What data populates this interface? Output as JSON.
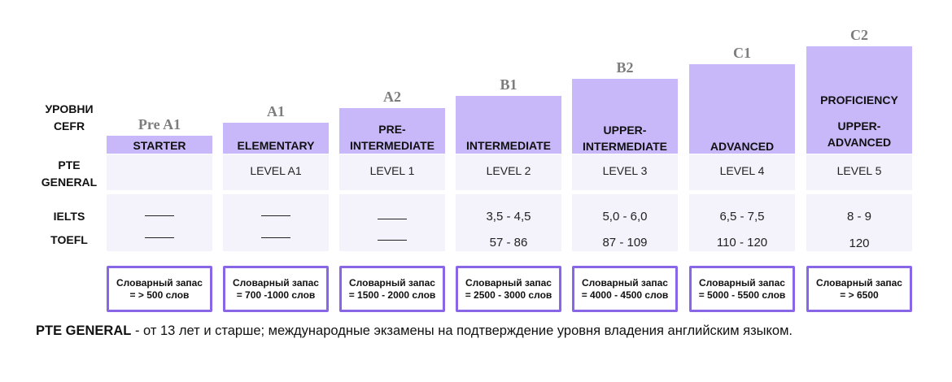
{
  "row_labels": {
    "cefr": [
      "УРОВНИ",
      "CEFR"
    ],
    "pte": [
      "PTE",
      "GENERAL"
    ],
    "ielts": "IELTS",
    "toefl": "TOEFL"
  },
  "levels": [
    {
      "code": "Pre A1",
      "name": [
        "STARTER"
      ],
      "pte": "",
      "ielts": "——",
      "toefl": "——",
      "vocab": [
        "Словарный запас",
        "=  > 500 слов"
      ]
    },
    {
      "code": "A1",
      "name": [
        "ELEMENTARY"
      ],
      "pte": "LEVEL A1",
      "ielts": "——",
      "toefl": "——",
      "vocab": [
        "Словарный запас",
        "= 700 -1000 слов"
      ]
    },
    {
      "code": "A2",
      "name": [
        "PRE-",
        "INTERMEDIATE"
      ],
      "pte": "LEVEL 1",
      "ielts": "——",
      "toefl": "——",
      "vocab": [
        "Словарный запас",
        "= 1500 - 2000 слов"
      ]
    },
    {
      "code": "B1",
      "name": [
        "INTERMEDIATE"
      ],
      "pte": "LEVEL 2",
      "ielts": "3,5 - 4,5",
      "toefl": "57 - 86",
      "vocab": [
        "Словарный запас",
        "= 2500 - 3000 слов"
      ]
    },
    {
      "code": "B2",
      "name": [
        "UPPER-",
        "INTERMEDIATE"
      ],
      "pte": "LEVEL 3",
      "ielts": "5,0 - 6,0",
      "toefl": "87 - 109",
      "vocab": [
        "Словарный запас",
        "= 4000 - 4500 слов"
      ]
    },
    {
      "code": "C1",
      "name": [
        "ADVANCED"
      ],
      "pte": "LEVEL 4",
      "ielts": "6,5 - 7,5",
      "toefl": "110 - 120",
      "vocab": [
        "Словарный запас",
        "= 5000 - 5500 слов"
      ]
    },
    {
      "code": "C2",
      "name": [
        "PROFICIENCY",
        "UPPER-",
        "ADVANCED"
      ],
      "pte": "LEVEL 5",
      "ielts": "8 - 9",
      "toefl": "120",
      "vocab": [
        "Словарный запас",
        "= > 6500"
      ]
    }
  ],
  "footnote": {
    "bold": "PTE GENERAL",
    "text": " - от 13 лет и старше; международные экзамены на подтверждение уровня владения английским языком."
  },
  "colors": {
    "bar": "#c8b8fa",
    "vocab_border": "#8866e6",
    "cell_background": "#f4f3fb",
    "level_code": "#7d7d7d"
  }
}
